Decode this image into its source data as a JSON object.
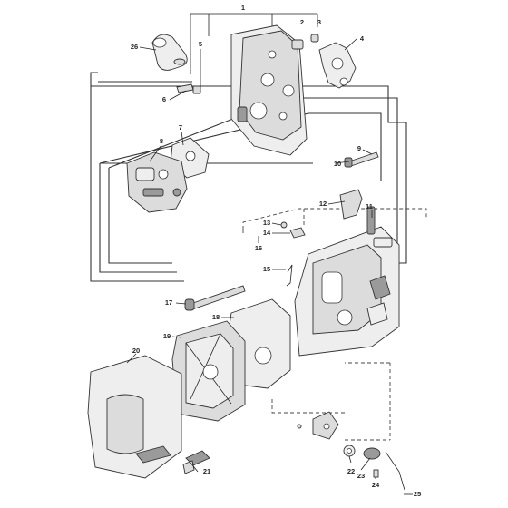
{
  "callouts": [
    {
      "id": "c1",
      "text": "1"
    },
    {
      "id": "c2",
      "text": "2"
    },
    {
      "id": "c3",
      "text": "3"
    },
    {
      "id": "c4",
      "text": "4"
    },
    {
      "id": "c5",
      "text": "5"
    },
    {
      "id": "c6",
      "text": "6"
    },
    {
      "id": "c7",
      "text": "7"
    },
    {
      "id": "c8",
      "text": "8"
    },
    {
      "id": "c9",
      "text": "9"
    },
    {
      "id": "c10",
      "text": "10"
    },
    {
      "id": "c11",
      "text": "11"
    },
    {
      "id": "c12",
      "text": "12"
    },
    {
      "id": "c13",
      "text": "13"
    },
    {
      "id": "c14",
      "text": "14"
    },
    {
      "id": "c15",
      "text": "15"
    },
    {
      "id": "c16",
      "text": "16"
    },
    {
      "id": "c17",
      "text": "17"
    },
    {
      "id": "c18",
      "text": "18"
    },
    {
      "id": "c19",
      "text": "19"
    },
    {
      "id": "c20",
      "text": "20"
    },
    {
      "id": "c21",
      "text": "21"
    },
    {
      "id": "c22",
      "text": "22"
    },
    {
      "id": "c23",
      "text": "23"
    },
    {
      "id": "c24",
      "text": "24"
    },
    {
      "id": "c25",
      "text": "25"
    },
    {
      "id": "c26",
      "text": "26"
    }
  ]
}
